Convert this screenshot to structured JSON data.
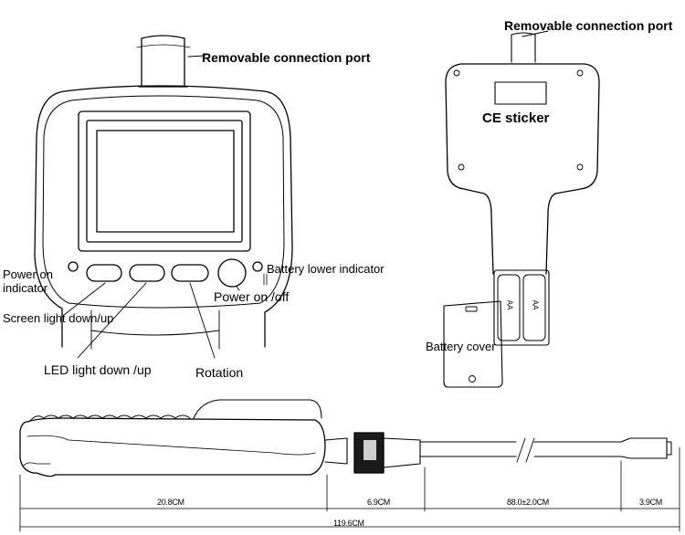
{
  "front_view": {
    "port_label": "Removable connection port",
    "power_indicator_label_line1": "Power on",
    "power_indicator_label_line2": "indicator",
    "battery_indicator_label": "Battery lower indicator",
    "power_button_label": "Power on /off",
    "screen_light_label": "Screen light down/up",
    "led_light_label": "LED light down /up",
    "rotation_label": "Rotation"
  },
  "back_view": {
    "port_label": "Removable connection port",
    "ce_label": "CE sticker",
    "battery_cover_label": "Battery cover",
    "battery_text_1": "AA",
    "battery_text_2": "AA"
  },
  "side_view": {
    "dim_handle": "20.8CM",
    "dim_connector": "6.9CM",
    "dim_cable": "88.0±2.0CM",
    "dim_tip": "3.9CM",
    "dim_total": "119.6CM"
  }
}
